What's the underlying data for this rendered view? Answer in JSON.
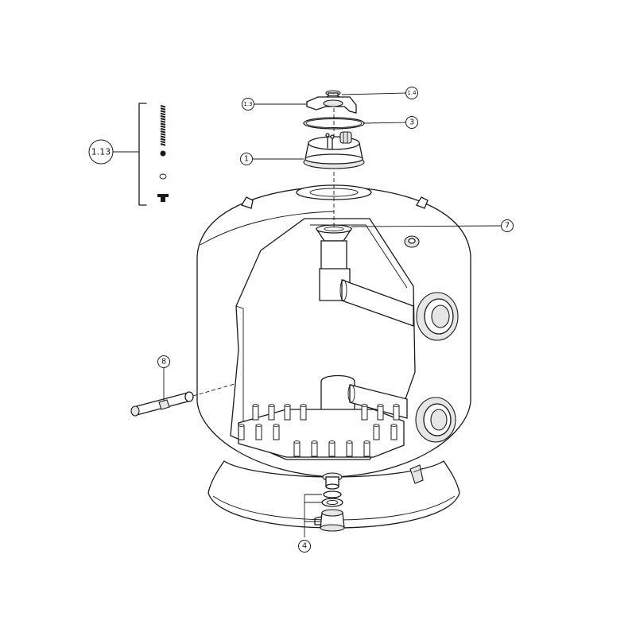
{
  "callouts": {
    "c1_13": "1.13",
    "c1_3": "1.3",
    "c1_4": "1.4",
    "c3": "3",
    "c1": "1",
    "c7": "7",
    "c8": "8",
    "c4": "4"
  },
  "colors": {
    "line": "#1a1a1a",
    "background": "#ffffff",
    "shade": "#e6e6e6"
  }
}
